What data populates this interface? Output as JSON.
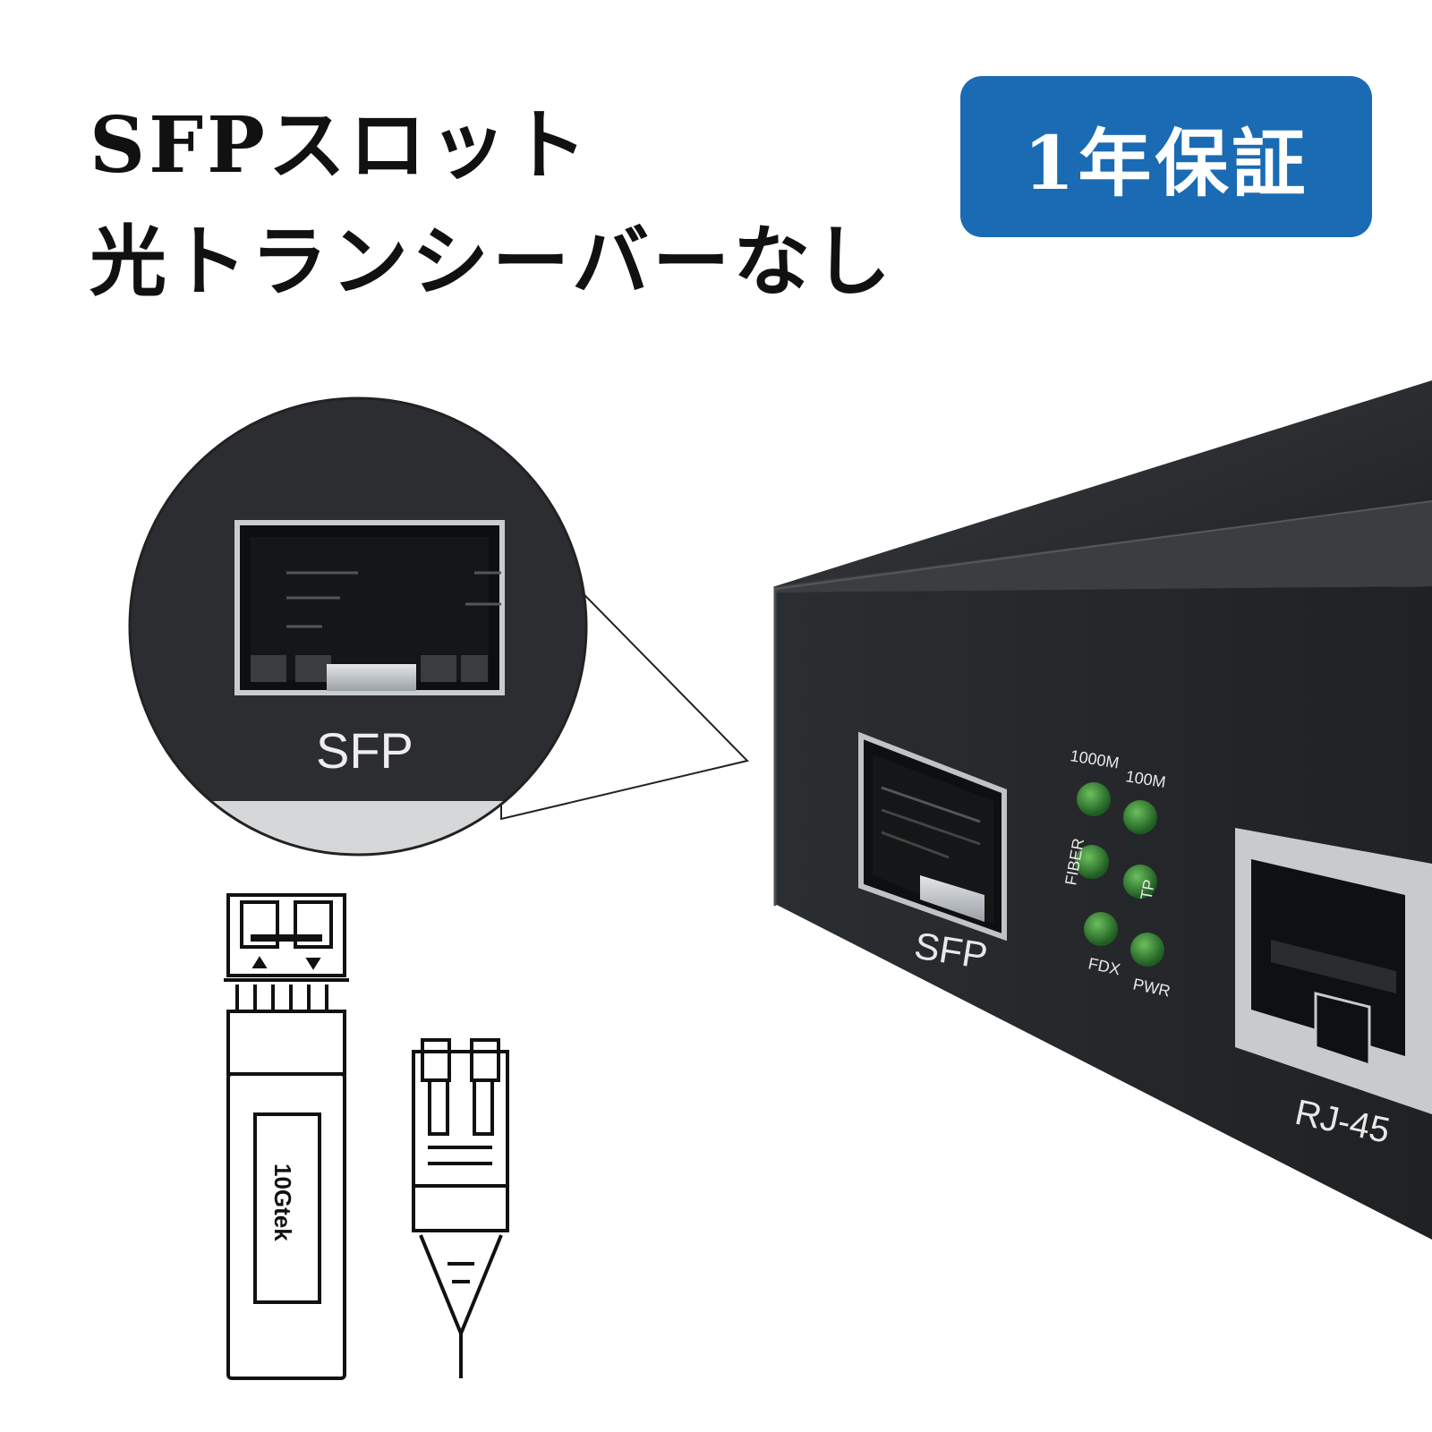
{
  "headline": {
    "line1": "SFPスロット",
    "line2": "光トランシーバーなし"
  },
  "badge": {
    "text": "1年保証",
    "color": "#1a6bb3"
  },
  "zoom_callout": {
    "port_label": "SFP"
  },
  "device": {
    "sfp_label": "SFP",
    "rj45_label": "RJ-45",
    "led_labels": {
      "top_left": "1000M",
      "top_right": "100M",
      "fiber": "FIBER",
      "tp": "TP",
      "fdx": "FDX",
      "pwr": "PWR"
    },
    "led_color": "#2f7d33"
  },
  "transceiver": {
    "brand": "10Gtek"
  }
}
